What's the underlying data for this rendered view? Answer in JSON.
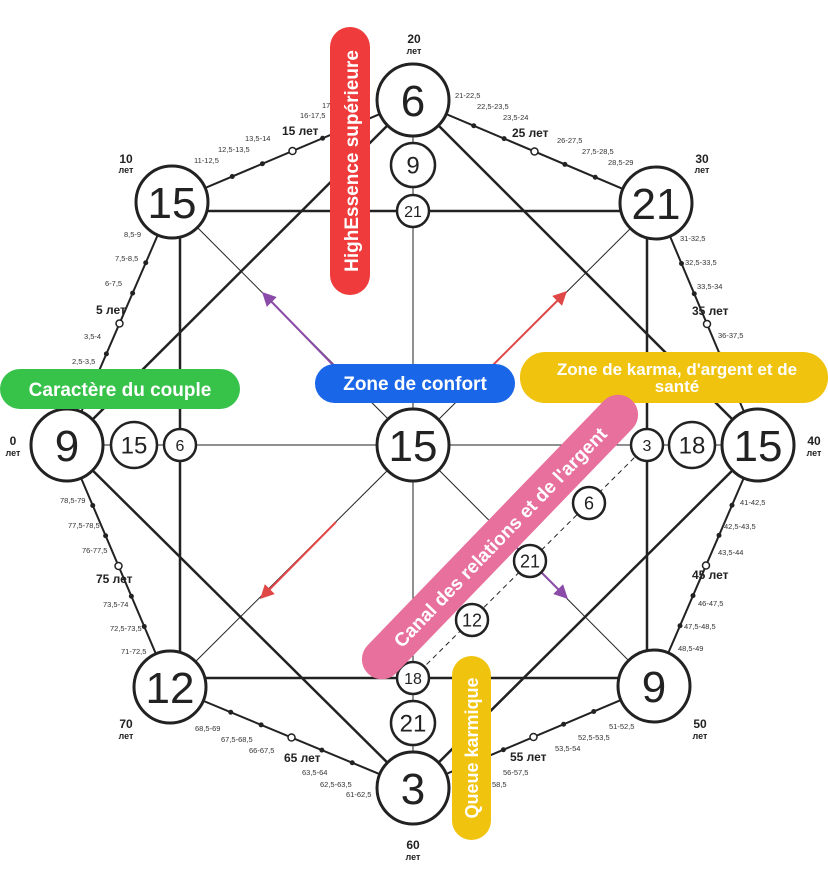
{
  "colors": {
    "line": "#222222",
    "red_label": "#ef3b3b",
    "green_label": "#37c24a",
    "blue_label": "#1a66e8",
    "yellow_label": "#f0c30f",
    "pink_label": "#e8709c",
    "purple_arrow": "#8a4ca8",
    "red_arrow": "#e04848"
  },
  "labels": {
    "higher_essence": "HighEssence supérieure",
    "couple_character": "Caractère du couple",
    "comfort_zone": "Zone de confort",
    "karma_zone_line1": "Zone de karma, d'argent et de",
    "karma_zone_line2": "santé",
    "relations_channel": "Canal des relations et de l'argent",
    "karmic_tail": "Queue karmique"
  },
  "numbers": {
    "top": "6",
    "top_2": "9",
    "top_3": "21",
    "top_left": "15",
    "top_right": "21",
    "left": "9",
    "left_2": "15",
    "left_3": "6",
    "center": "15",
    "right": "15",
    "right_2": "18",
    "right_3": "3",
    "bottom_left": "12",
    "bottom_right": "9",
    "bottom": "3",
    "bottom_2": "21",
    "bottom_3": "18",
    "channel_1": "6",
    "channel_2": "21",
    "channel_3": "12"
  },
  "ages": {
    "unit": "лет",
    "a0": "0",
    "a10": "10",
    "a20": "20",
    "a30": "30",
    "a40": "40",
    "a50": "50",
    "a60": "60",
    "a70": "70",
    "y5": "5 лет",
    "y15": "15 лет",
    "y25": "25 лет",
    "y35": "35 лет",
    "y45": "45 лет",
    "y55": "55 лет",
    "y65": "65 лет",
    "y75": "75 лет"
  },
  "age_ranges": {
    "r1": "2,5-3,5",
    "r2": "3,5-4",
    "r3": "6-7,5",
    "r4": "7,5-8,5",
    "r5": "8,5-9",
    "r6": "11-12,5",
    "r7": "12,5-13,5",
    "r8": "13,5-14",
    "r9": "16-17,5",
    "r10": "17",
    "r11": "21-22,5",
    "r12": "22,5-23,5",
    "r13": "23,5-24",
    "r14": "26-27,5",
    "r15": "27,5-28,5",
    "r16": "28,5-29",
    "r17": "31-32,5",
    "r18": "32,5-33,5",
    "r19": "33,5-34",
    "r20": "36-37,5",
    "r21": "41-42,5",
    "r22": "42,5-43,5",
    "r23": "43,5-44",
    "r24": "46-47,5",
    "r25": "47,5-48,5",
    "r26": "48,5-49",
    "r27": "51-52,5",
    "r28": "52,5-53,5",
    "r29": "53,5-54",
    "r30": "56-57,5",
    "r31": "58,5",
    "r32": "61-62,5",
    "r33": "62,5-63,5",
    "r34": "63,5-64",
    "r35": "66-67,5",
    "r36": "67,5-68,5",
    "r37": "68,5-69",
    "r38": "71-72,5",
    "r39": "72,5-73,5",
    "r40": "73,5-74",
    "r41": "76-77,5",
    "r42": "77,5-78,5",
    "r43": "78,5-79"
  }
}
